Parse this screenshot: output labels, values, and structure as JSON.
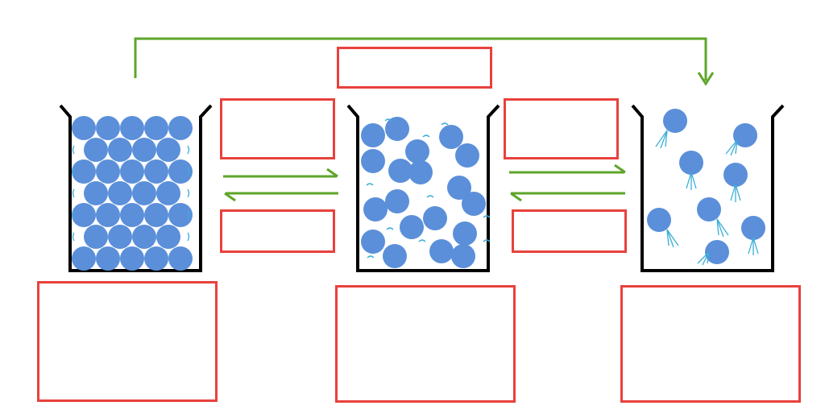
{
  "diagram": {
    "colors": {
      "particle": "#5b8fd9",
      "motion_line": "#3aaed8",
      "beaker": "#000000",
      "arrow": "#5ea52a",
      "box_border": "#e8413c"
    },
    "states": [
      {
        "id": "solid",
        "label": ""
      },
      {
        "id": "liquid",
        "label": ""
      },
      {
        "id": "gas",
        "label": ""
      }
    ],
    "processes": [
      {
        "id": "solid-to-liquid",
        "label": ""
      },
      {
        "id": "liquid-to-solid",
        "label": ""
      },
      {
        "id": "liquid-to-gas",
        "label": ""
      },
      {
        "id": "gas-to-liquid",
        "label": ""
      },
      {
        "id": "solid-to-gas",
        "label": ""
      }
    ]
  }
}
